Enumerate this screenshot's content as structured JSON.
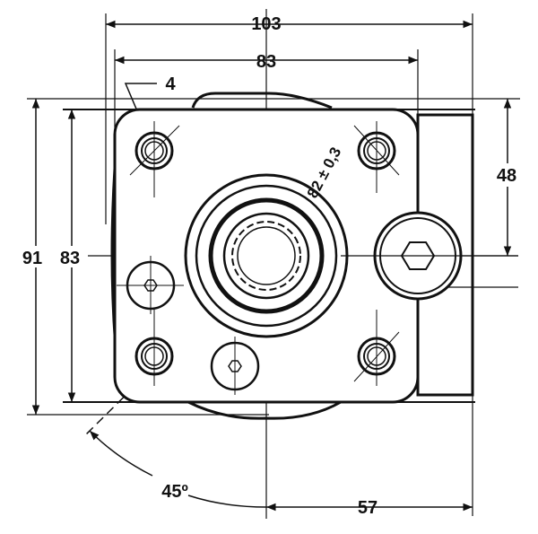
{
  "dimensions": {
    "overall_width": "103",
    "bolt_spacing_horizontal": "83",
    "bolt_hole_count": "4",
    "overall_height": "91",
    "bolt_spacing_vertical": "83",
    "center_offset": "48",
    "right_offset": "57",
    "bolt_circle": "82 ± 0,3",
    "angle": "45º"
  },
  "colors": {
    "line": "#111111",
    "background": "#ffffff"
  }
}
